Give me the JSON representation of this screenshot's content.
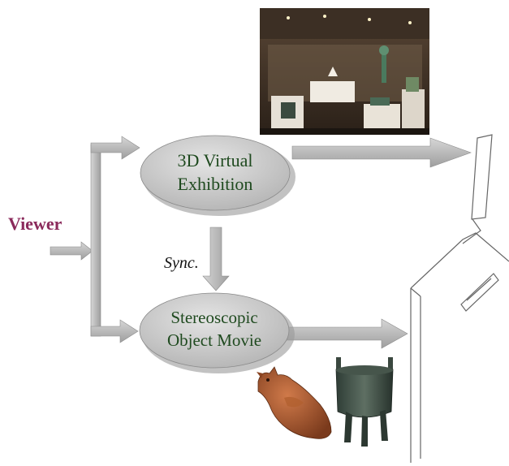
{
  "labels": {
    "viewer": "Viewer",
    "sync": "Sync.",
    "node_exhibition_line1": "3D Virtual",
    "node_exhibition_line2": "Exhibition",
    "node_movie_line1": "Stereoscopic",
    "node_movie_line2": "Object Movie"
  },
  "colors": {
    "viewer_text": "#8b2a5b",
    "node_text": "#1f4a1f",
    "node_fill": "#c9c9c9",
    "arrow_fill": "#bdbdbd"
  },
  "images": {
    "museum_photo": "museum-showcase-photo",
    "bird_figure": "bronze-bird-figurine",
    "tripod_vessel": "bronze-tripod-vessel",
    "kiosk": "stereoscopic-display-kiosk"
  }
}
